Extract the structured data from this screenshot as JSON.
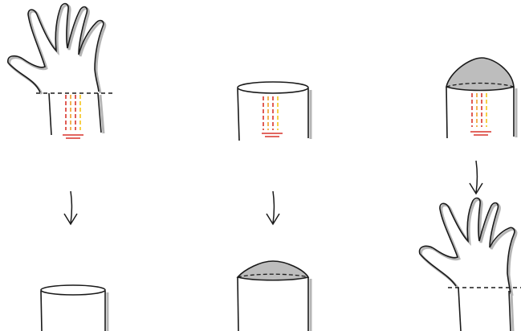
{
  "colors": {
    "background": "#ffffff",
    "outline": "#1a1a1a",
    "shadow": "#b5b5b5",
    "cap_fill": "#bdbdbd",
    "cut_line": "#1a1a1a",
    "vessel_red": "#d9342b",
    "vessel_orange": "#f0a028",
    "vessel_yellow": "#f5c518"
  },
  "panels": [
    {
      "id": "hand-original",
      "kind": "hand-with-stump"
    },
    {
      "id": "stump-open",
      "kind": "open-stump"
    },
    {
      "id": "stump-capped",
      "kind": "capped-stump"
    },
    {
      "id": "stump-plain",
      "kind": "plain-stump"
    },
    {
      "id": "stump-domed",
      "kind": "domed-stump"
    },
    {
      "id": "hand-regrown",
      "kind": "hand-regrown"
    }
  ],
  "arrows": [
    {
      "id": "arrow-left",
      "direction": "down"
    },
    {
      "id": "arrow-middle",
      "direction": "down"
    },
    {
      "id": "arrow-right",
      "direction": "down"
    }
  ]
}
